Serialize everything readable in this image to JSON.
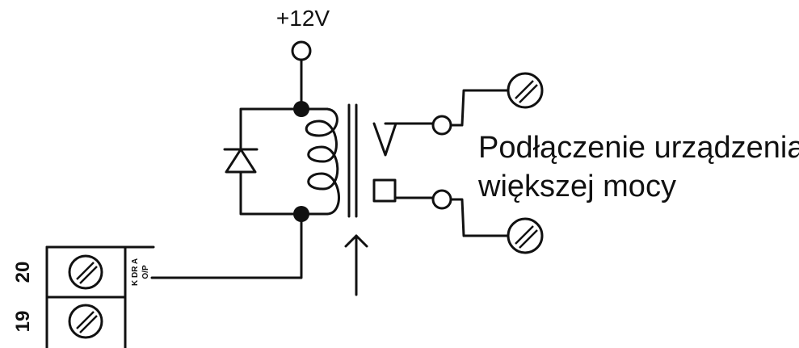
{
  "diagram": {
    "supply_label": "+12V",
    "description_line1": "Podłączenie urządzenia",
    "description_line2": "większej mocy",
    "terminal_top_number": "20",
    "terminal_bottom_number": "19",
    "output_label_line1": "K DR A",
    "output_label_line2": "O/P"
  }
}
